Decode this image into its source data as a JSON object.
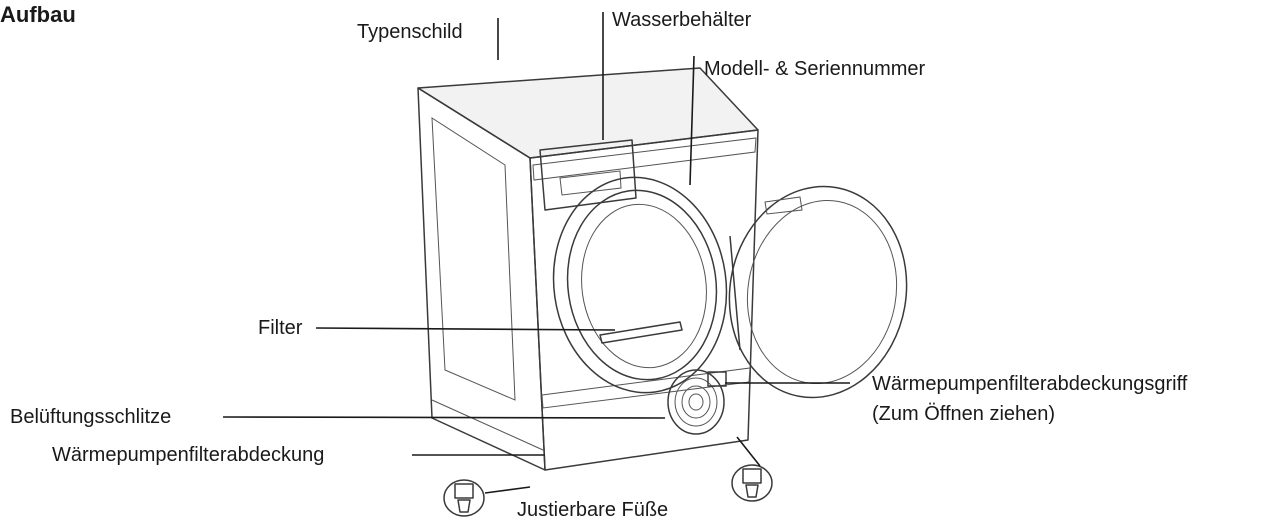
{
  "diagram": {
    "title": "Aufbau",
    "labels": {
      "typenschild": "Typenschild",
      "wasserbehaelter": "Wasserbehälter",
      "modell": "Modell- & Seriennummer",
      "filter": "Filter",
      "belueftung": "Belüftungsschlitze",
      "abdeckung": "Wärmepumpenfilterabdeckung",
      "griff_line1": "Wärmepumpenfilterabdeckungsgriff",
      "griff_line2": "(Zum Öffnen ziehen)",
      "fuesse": "Justierbare Füße"
    }
  }
}
